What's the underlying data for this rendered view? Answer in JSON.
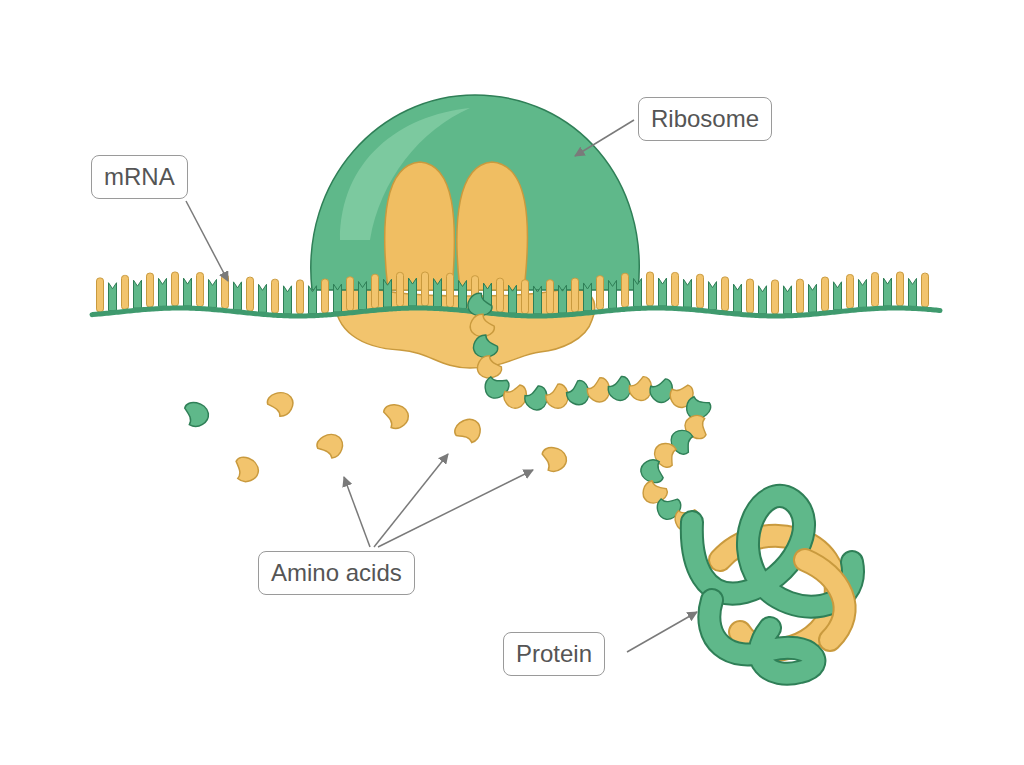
{
  "diagram": {
    "nodes": [
      {
        "text": [
          "Ribosome"
        ]
      },
      {
        "text": [
          "mRNA"
        ]
      },
      {
        "text": [
          "Amino acids"
        ]
      },
      {
        "text": [
          "Protein"
        ]
      }
    ]
  }
}
